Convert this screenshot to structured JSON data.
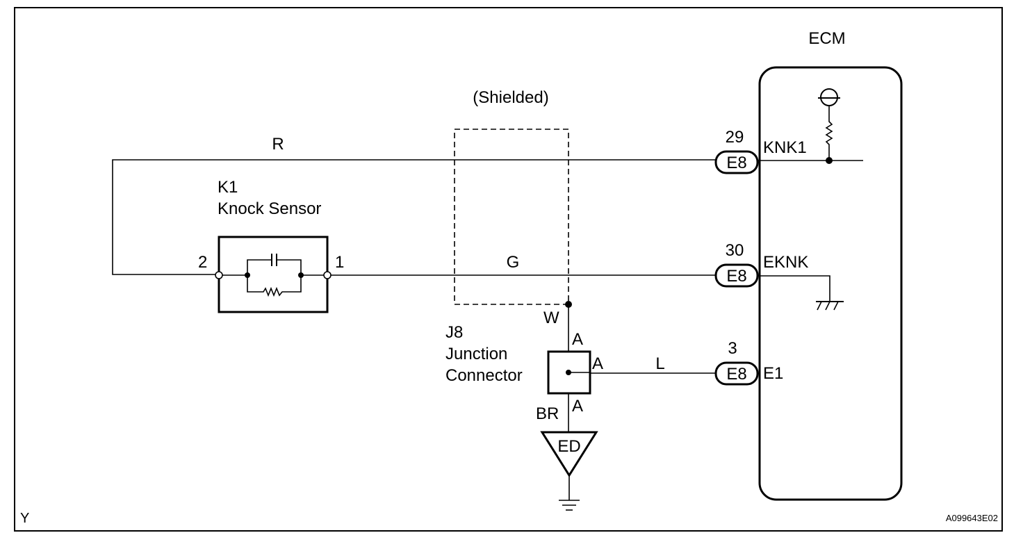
{
  "ecm": {
    "title": "ECM"
  },
  "shield": {
    "label": "(Shielded)"
  },
  "sensor": {
    "id": "K1",
    "name": "Knock Sensor",
    "pin_left": "2",
    "pin_right": "1"
  },
  "wires": {
    "top": "R",
    "middle": "G",
    "junction_upper": "W",
    "junction_right": "L",
    "junction_lower": "BR"
  },
  "junction": {
    "id": "J8",
    "line1": "Junction",
    "line2": "Connector",
    "pin_upper": "A",
    "pin_right": "A",
    "pin_lower": "A"
  },
  "ground_point": {
    "label": "ED"
  },
  "connectors": [
    {
      "pin": "29",
      "connector": "E8",
      "terminal": "KNK1"
    },
    {
      "pin": "30",
      "connector": "E8",
      "terminal": "EKNK"
    },
    {
      "pin": "3",
      "connector": "E8",
      "terminal": "E1"
    }
  ],
  "footer": {
    "left_code": "Y",
    "figure_code": "A099643E02"
  }
}
